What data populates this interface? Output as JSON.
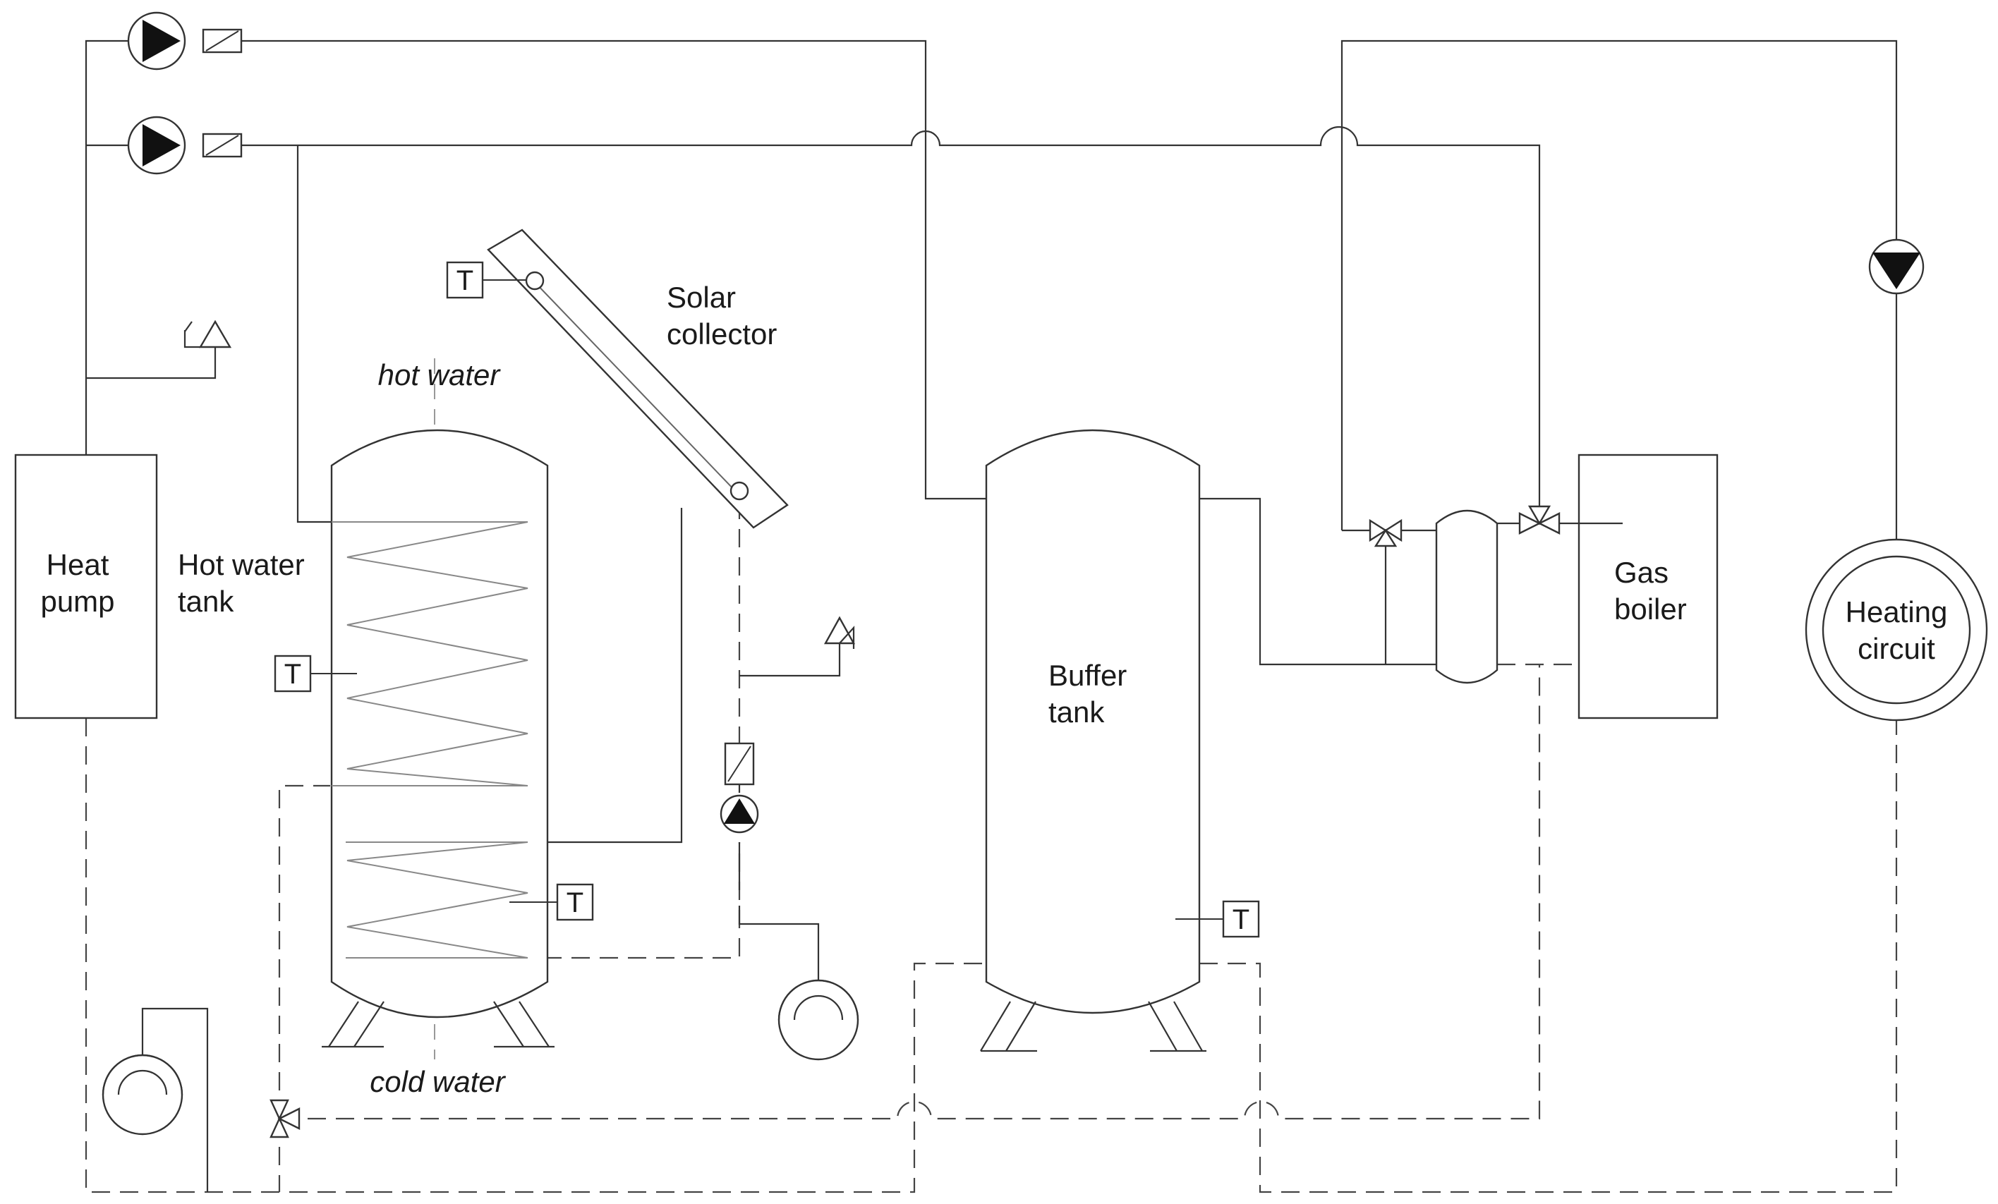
{
  "components": {
    "heat_pump": "Heat\npump",
    "hot_water_tank": "Hot water\ntank",
    "solar_collector": "Solar\ncollector",
    "buffer_tank": "Buffer\ntank",
    "gas_boiler": "Gas\nboiler",
    "heating_circuit": "Heating\ncircuit"
  },
  "labels": {
    "hot_water": "hot water",
    "cold_water": "cold water"
  },
  "sensor_symbol": "T"
}
